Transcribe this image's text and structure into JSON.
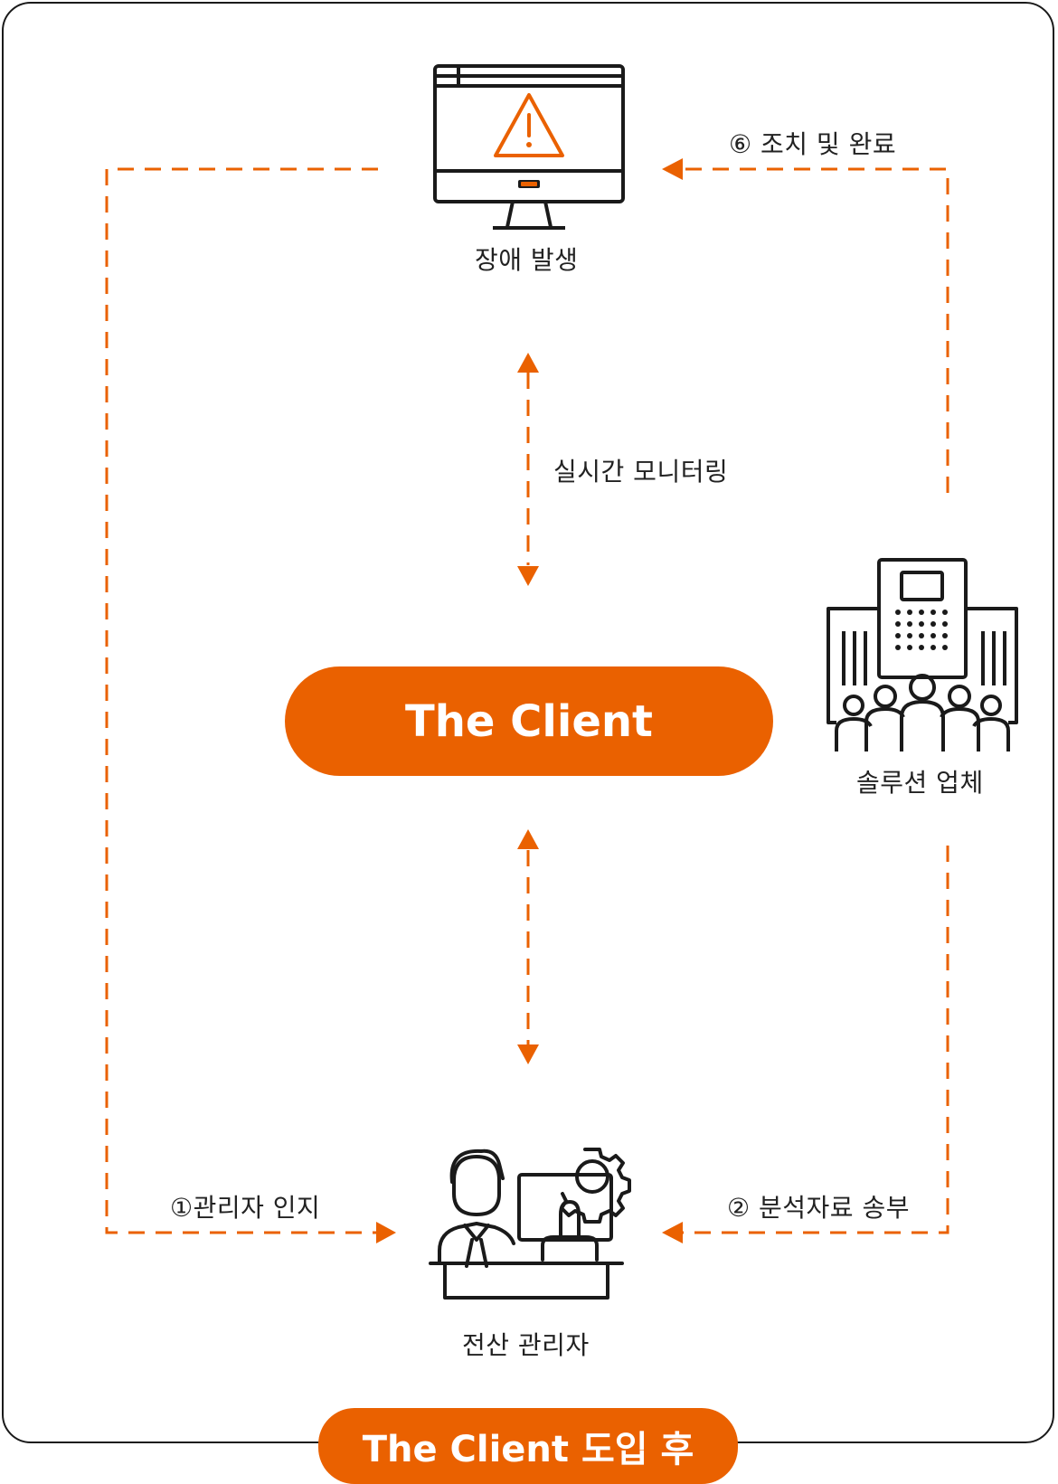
{
  "colors": {
    "accent": "#ea6100",
    "line": "#1a1a1a",
    "text": "#222222"
  },
  "center": {
    "title": "The Client"
  },
  "footer": {
    "title": "The Client 도입 후"
  },
  "nodes": {
    "failure": {
      "label": "장애 발생",
      "icon": "monitor-warning-icon"
    },
    "vendor": {
      "label": "솔루션 업체",
      "icon": "building-group-icon"
    },
    "admin": {
      "label": "전산 관리자",
      "icon": "admin-workstation-icon"
    }
  },
  "flows": {
    "monitoring": "실시간 모니터링",
    "step1": "①관리자 인지",
    "step2": "② 분석자료 송부",
    "step6": "⑥ 조치 및 완료"
  }
}
